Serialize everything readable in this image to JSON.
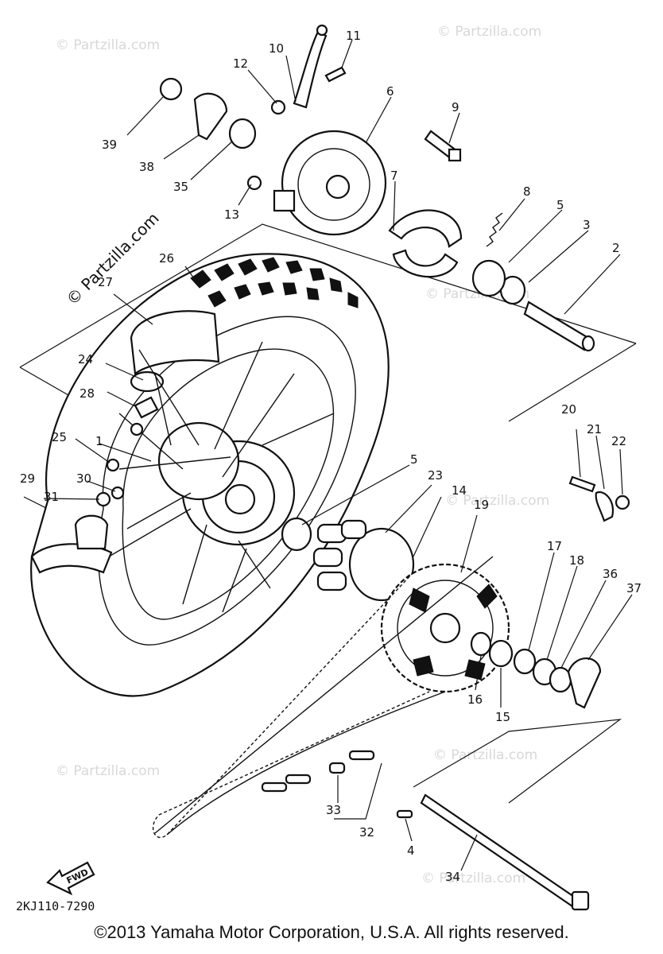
{
  "watermark": "© Partzilla.com",
  "side_watermark": "© Partzilla.com",
  "diagram_code": "2KJ110-7290",
  "fwd_label": "FWD",
  "copyright": "©2013 Yamaha Motor Corporation, U.S.A. All rights reserved.",
  "callouts": [
    {
      "label": "1"
    },
    {
      "label": "2"
    },
    {
      "label": "3"
    },
    {
      "label": "4"
    },
    {
      "label": "5"
    },
    {
      "label": "5"
    },
    {
      "label": "6"
    },
    {
      "label": "7"
    },
    {
      "label": "8"
    },
    {
      "label": "9"
    },
    {
      "label": "10"
    },
    {
      "label": "11"
    },
    {
      "label": "12"
    },
    {
      "label": "13"
    },
    {
      "label": "14"
    },
    {
      "label": "15"
    },
    {
      "label": "16"
    },
    {
      "label": "17"
    },
    {
      "label": "18"
    },
    {
      "label": "19"
    },
    {
      "label": "20"
    },
    {
      "label": "21"
    },
    {
      "label": "22"
    },
    {
      "label": "23"
    },
    {
      "label": "24"
    },
    {
      "label": "25"
    },
    {
      "label": "26"
    },
    {
      "label": "27"
    },
    {
      "label": "28"
    },
    {
      "label": "29"
    },
    {
      "label": "30"
    },
    {
      "label": "31"
    },
    {
      "label": "32"
    },
    {
      "label": "33"
    },
    {
      "label": "34"
    },
    {
      "label": "35"
    },
    {
      "label": "36"
    },
    {
      "label": "37"
    },
    {
      "label": "38"
    },
    {
      "label": "39"
    }
  ]
}
